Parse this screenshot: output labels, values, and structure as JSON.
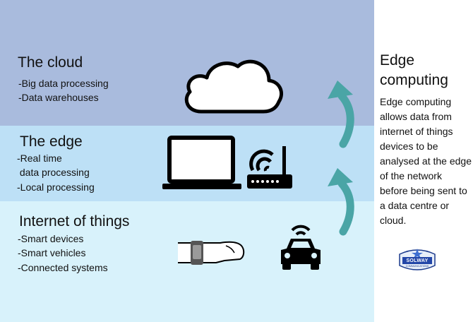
{
  "layers": {
    "cloud": {
      "title": "The cloud",
      "items": [
        "-Big data processing",
        "-Data warehouses"
      ]
    },
    "edge": {
      "title": "The edge",
      "items": [
        "-Real time",
        " data processing",
        "-Local processing"
      ]
    },
    "iot": {
      "title": "Internet of things",
      "items": [
        "-Smart devices",
        "-Smart vehicles",
        "-Connected systems"
      ]
    }
  },
  "side": {
    "title_line1": "Edge",
    "title_line2": "computing",
    "body": "Edge computing allows data from internet of things devices to be analysed at the edge of the network before being sent to a data centre or cloud."
  },
  "logo": {
    "name": "SOLWAY",
    "subtitle": "COMMUNICATIONS"
  },
  "colors": {
    "cloud_band": "#a9bbdd",
    "edge_band": "#bde0f6",
    "iot_band": "#d8f2fb",
    "arrow": "#4aa5a6",
    "logo_blue": "#1b3a8c"
  },
  "icons": [
    "cloud-icon",
    "laptop-icon",
    "router-icon",
    "smartwatch-icon",
    "car-icon",
    "arrow-up-icon"
  ]
}
